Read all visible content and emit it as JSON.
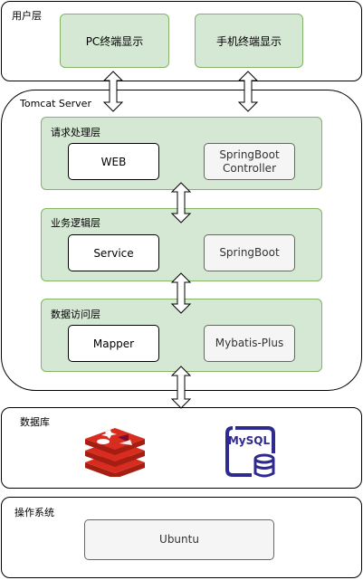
{
  "user_layer": {
    "title": "用户层",
    "pc_display": "PC终端显示",
    "mobile_display": "手机终端显示"
  },
  "tomcat": {
    "title": "Tomcat Server",
    "request_layer": {
      "title": "请求处理层",
      "left": "WEB",
      "right": "SpringBoot\nController"
    },
    "business_layer": {
      "title": "业务逻辑层",
      "left": "Service",
      "right": "SpringBoot"
    },
    "data_access_layer": {
      "title": "数据访问层",
      "left": "Mapper",
      "right": "Mybatis-Plus"
    }
  },
  "database_layer": {
    "title": "数据库",
    "icons": [
      "redis-icon",
      "mysql-icon"
    ],
    "mysql_logo_text": "MySQL"
  },
  "os_layer": {
    "title": "操作系统",
    "os": "Ubuntu"
  },
  "colors": {
    "green_fill": "#d5e8d4",
    "green_stroke": "#82b366",
    "gray_fill": "#f5f5f5",
    "redis_red": "#c6302b",
    "mysql_blue": "#3b3a9e"
  }
}
